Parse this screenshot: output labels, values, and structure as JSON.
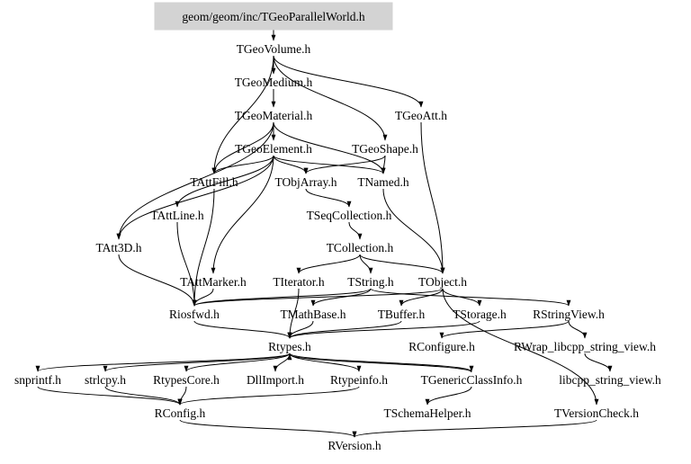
{
  "graph": {
    "root": "geom/geom/inc/TGeoParallelWorld.h",
    "nodes": {
      "root": "geom/geom/inc/TGeoParallelWorld.h",
      "TGeoVolume": "TGeoVolume.h",
      "TGeoMedium": "TGeoMedium.h",
      "TGeoMaterial": "TGeoMaterial.h",
      "TGeoAtt": "TGeoAtt.h",
      "TGeoElement": "TGeoElement.h",
      "TGeoShape": "TGeoShape.h",
      "TAttFill": "TAttFill.h",
      "TObjArray": "TObjArray.h",
      "TNamed": "TNamed.h",
      "TAttLine": "TAttLine.h",
      "TSeqCollection": "TSeqCollection.h",
      "TAtt3D": "TAtt3D.h",
      "TCollection": "TCollection.h",
      "TAttMarker": "TAttMarker.h",
      "TIterator": "TIterator.h",
      "TString": "TString.h",
      "TObject": "TObject.h",
      "Riosfwd": "Riosfwd.h",
      "TMathBase": "TMathBase.h",
      "TBuffer": "TBuffer.h",
      "TStorage": "TStorage.h",
      "RStringView": "RStringView.h",
      "Rtypes": "Rtypes.h",
      "RConfigure": "RConfigure.h",
      "RWrap": "RWrap_libcpp_string_view.h",
      "snprintf": "snprintf.h",
      "strlcpy": "strlcpy.h",
      "RtypesCore": "RtypesCore.h",
      "DllImport": "DllImport.h",
      "Rtypeinfo": "Rtypeinfo.h",
      "TGenericClassInfo": "TGenericClassInfo.h",
      "libcpp": "libcpp_string_view.h",
      "RConfig": "RConfig.h",
      "TSchemaHelper": "TSchemaHelper.h",
      "TVersionCheck": "TVersionCheck.h",
      "RVersion": "RVersion.h"
    },
    "edges": [
      [
        "root",
        "TGeoVolume"
      ],
      [
        "TGeoVolume",
        "TGeoMedium"
      ],
      [
        "TGeoVolume",
        "TGeoAtt"
      ],
      [
        "TGeoVolume",
        "TGeoShape"
      ],
      [
        "TGeoVolume",
        "TAttFill"
      ],
      [
        "TGeoMedium",
        "TGeoMaterial"
      ],
      [
        "TGeoMaterial",
        "TGeoElement"
      ],
      [
        "TGeoMaterial",
        "TAttFill"
      ],
      [
        "TGeoMaterial",
        "TNamed"
      ],
      [
        "TGeoMaterial",
        "TAtt3D"
      ],
      [
        "TGeoAtt",
        "TObject"
      ],
      [
        "TGeoShape",
        "TNamed"
      ],
      [
        "TGeoShape",
        "TObjArray"
      ],
      [
        "TGeoElement",
        "TAttFill"
      ],
      [
        "TGeoElement",
        "TObjArray"
      ],
      [
        "TGeoElement",
        "TNamed"
      ],
      [
        "TGeoElement",
        "TAttLine"
      ],
      [
        "TGeoElement",
        "TAttMarker"
      ],
      [
        "TGeoElement",
        "TAtt3D"
      ],
      [
        "TAttFill",
        "Riosfwd"
      ],
      [
        "TObjArray",
        "TSeqCollection"
      ],
      [
        "TNamed",
        "TObject"
      ],
      [
        "TAttLine",
        "Riosfwd"
      ],
      [
        "TAtt3D",
        "Riosfwd"
      ],
      [
        "TSeqCollection",
        "TCollection"
      ],
      [
        "TCollection",
        "TIterator"
      ],
      [
        "TCollection",
        "TString"
      ],
      [
        "TCollection",
        "TObject"
      ],
      [
        "TAttMarker",
        "Riosfwd"
      ],
      [
        "TIterator",
        "Rtypes"
      ],
      [
        "TString",
        "Riosfwd"
      ],
      [
        "TString",
        "TMathBase"
      ],
      [
        "TString",
        "RStringView"
      ],
      [
        "TObject",
        "TBuffer"
      ],
      [
        "TObject",
        "TStorage"
      ],
      [
        "TObject",
        "Riosfwd"
      ],
      [
        "TObject",
        "TVersionCheck"
      ],
      [
        "TMathBase",
        "Rtypes"
      ],
      [
        "TBuffer",
        "Rtypes"
      ],
      [
        "TStorage",
        "Rtypes"
      ],
      [
        "RStringView",
        "RConfigure"
      ],
      [
        "RStringView",
        "RWrap"
      ],
      [
        "RWrap",
        "libcpp"
      ],
      [
        "Riosfwd",
        "Rtypes"
      ],
      [
        "Rtypes",
        "snprintf"
      ],
      [
        "Rtypes",
        "strlcpy"
      ],
      [
        "Rtypes",
        "RtypesCore"
      ],
      [
        "Rtypes",
        "DllImport"
      ],
      [
        "Rtypes",
        "Rtypeinfo"
      ],
      [
        "Rtypes",
        "TGenericClassInfo"
      ],
      [
        "snprintf",
        "RConfig"
      ],
      [
        "strlcpy",
        "RConfig"
      ],
      [
        "RtypesCore",
        "RConfig"
      ],
      [
        "Rtypeinfo",
        "RConfig"
      ],
      [
        "TGenericClassInfo",
        "TSchemaHelper"
      ],
      [
        "TGenericClassInfo",
        "Rtypes"
      ],
      [
        "RConfig",
        "RVersion"
      ],
      [
        "TVersionCheck",
        "RVersion"
      ]
    ]
  }
}
